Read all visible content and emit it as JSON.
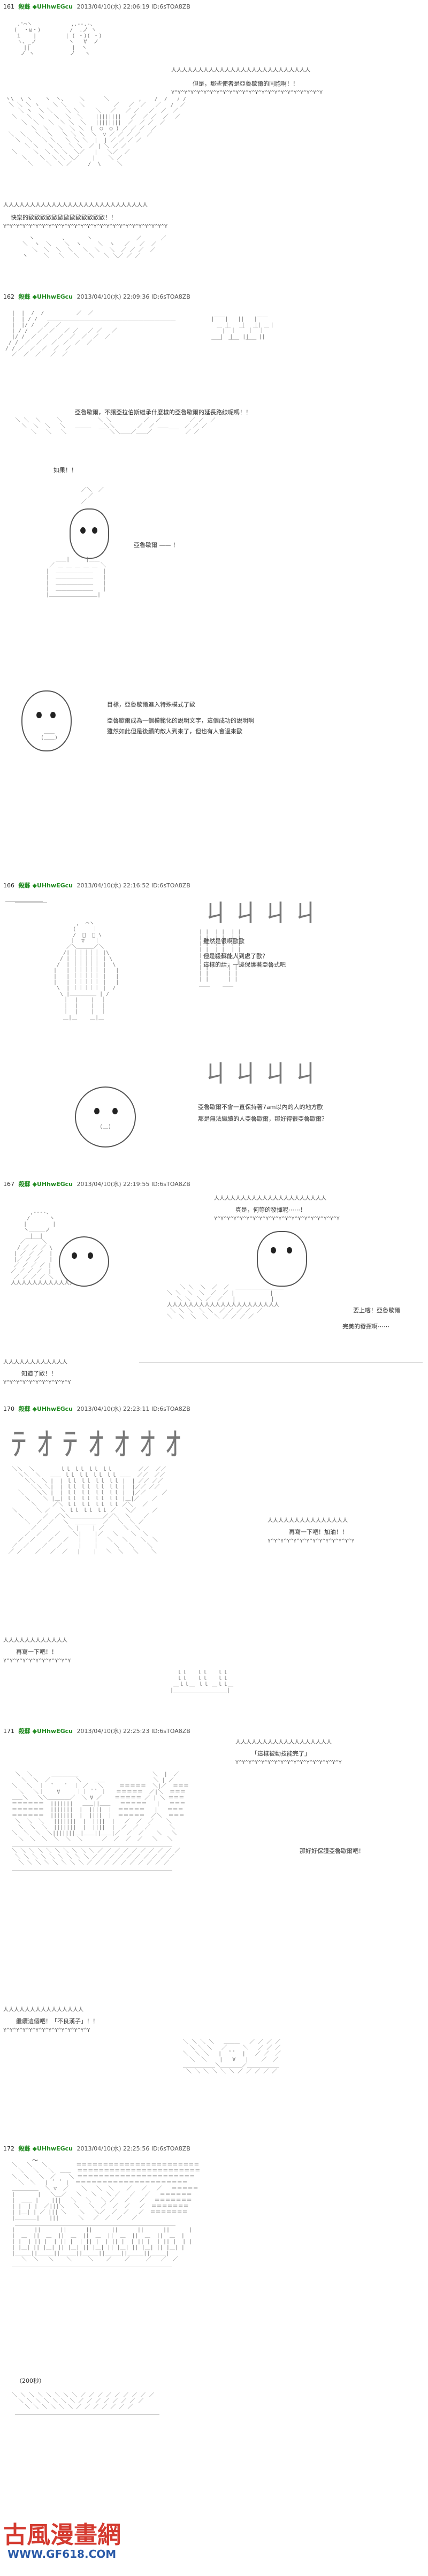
{
  "posts": [
    {
      "number": "161",
      "name": "殺蘇",
      "trip": "◆UHhwEGcu",
      "date": "2013/04/10(水) 22:06:19 ID:6sTOA8ZB",
      "lines": [
        "但是，那些使者是亞魯歇爾的同胞啊！！",
        "快樂的歐歐歐歐歐歐歐歐歐歐歐歐歐！！"
      ]
    },
    {
      "number": "162",
      "name": "殺蘇",
      "trip": "◆UHhwEGcu",
      "date": "2013/04/10(水) 22:09:36 ID:6sTOA8ZB",
      "lines": [
        "亞魯歇爾，不讓亞拉伯斯繼承什麼樣的亞魯歇爾的延長路線呢嗎！！",
        "如果！！",
        "亞魯歇爾 —— ！",
        "目標，亞魯歇爾進入特殊模式了歐",
        "亞魯歇爾成為一個模範化的說明文字，這個成功的說明啊",
        "雖然如此但是後續的敵人到來了，但也有人會過來歐"
      ]
    },
    {
      "number": "166",
      "name": "殺蘇",
      "trip": "◆UHhwEGcu",
      "date": "2013/04/10(水) 22:16:52 ID:6sTOA8ZB",
      "lines": [
        "雖然是很啊歐歐",
        "但是殺蘇能人到處了歐？",
        "這樣的話，一邊保護著亞魯式吧",
        "亞魯歇爾不會一直保持著7am以內的人的地方歐",
        "那是無法繼續的人亞魯歇爾，那好得很亞魯歇爾？"
      ]
    },
    {
      "number": "167",
      "name": "殺蘇",
      "trip": "◆UHhwEGcu",
      "date": "2013/04/10(水) 22:19:55 ID:6sTOA8ZB",
      "lines": [
        "真是，何等的發揮呢⋯⋯！",
        "要上嘍！亞魯歇爾",
        "知道了歐！！",
        "完美的發揮啊⋯⋯"
      ]
    },
    {
      "number": "170",
      "name": "殺蘇",
      "trip": "◆UHhwEGcu",
      "date": "2013/04/10(水) 22:23:11 ID:6sTOA8ZB",
      "lines": [
        "再寫一下吧！！",
        "再寫一下吧！加油！！"
      ]
    },
    {
      "number": "171",
      "name": "殺蘇",
      "trip": "◆UHhwEGcu",
      "date": "2013/04/10(水) 22:25:23 ID:6sTOA8ZB",
      "lines": [
        "「這樣被動技能完了」",
        "那好好保護亞魯歇爾吧！",
        "繼續這個吧！「不良漢子」！！"
      ]
    },
    {
      "number": "172",
      "name": "殺蘇",
      "trip": "◆UHhwEGcu",
      "date": "2013/04/10(水) 22:25:56 ID:6sTOA8ZB",
      "lines": [
        "〜",
        "（200秒）"
      ]
    }
  ],
  "watermark": {
    "site_name": "古風漫畫網",
    "url": "WWW.GF618.COM",
    "accent_color": "#d43a2f",
    "secondary_color": "#2a5aa8"
  }
}
